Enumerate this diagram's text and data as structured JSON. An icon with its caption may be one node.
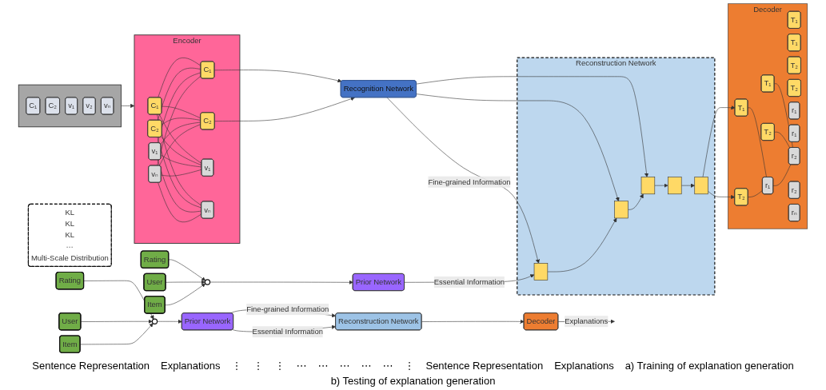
{
  "diagram": {
    "nodes": [
      {
        "text": [],
        "shape": "box"
      },
      {
        "text": [
          "C₁"
        ],
        "in": 0
      },
      {
        "text": [
          "C₂"
        ],
        "in": 0
      },
      {
        "text": [
          "v₁"
        ],
        "in": 0
      },
      {
        "text": [
          "v₂"
        ],
        "in": 0
      },
      {
        "text": [
          "vₙ"
        ],
        "in": 0
      },
      {
        "text": [
          "Encoder"
        ]
      },
      {
        "text": [
          "C₁"
        ],
        "in": 6
      },
      {
        "text": [
          "C₁"
        ],
        "in": 6
      },
      {
        "text": [
          "C₂"
        ],
        "in": 6
      },
      {
        "text": [
          "C₂"
        ],
        "in": 6
      },
      {
        "text": [
          "v₁"
        ],
        "in": 6
      },
      {
        "text": [
          "v₁"
        ],
        "in": 6
      },
      {
        "text": [
          "vₙ"
        ],
        "in": 6
      },
      {
        "text": [
          "vₙ"
        ],
        "in": 6
      },
      {
        "text": [
          "Recognition Network"
        ]
      },
      {
        "text": [
          "KL",
          "KL",
          "KL",
          "⋯",
          "Multi-Scale Distribution"
        ]
      },
      {
        "text": [
          "Rating"
        ]
      },
      {
        "text": [
          "User"
        ]
      },
      {
        "text": [
          "Item"
        ]
      },
      {
        "text": [],
        "shape": "circle"
      },
      {
        "text": [
          "Prior Network"
        ]
      },
      {
        "text": [
          "Reconstruction Network"
        ]
      },
      {
        "text": [],
        "shape": "bar",
        "in": 22
      },
      {
        "text": [],
        "shape": "bar",
        "in": 22
      },
      {
        "text": [],
        "shape": "bar",
        "in": 22
      },
      {
        "text": [],
        "shape": "bar",
        "in": 22
      },
      {
        "text": [],
        "shape": "bar",
        "in": 22
      },
      {
        "text": [
          "Decoder"
        ]
      },
      {
        "text": [
          "T₁"
        ],
        "in": 28
      },
      {
        "text": [
          "T₁"
        ],
        "in": 28
      },
      {
        "text": [
          "T₁"
        ],
        "in": 28
      },
      {
        "text": [
          "T₁"
        ],
        "in": 28
      },
      {
        "text": [
          "T₂"
        ],
        "in": 28
      },
      {
        "text": [
          "T₂"
        ],
        "in": 28
      },
      {
        "text": [
          "T₂"
        ],
        "in": 28
      },
      {
        "text": [
          "T₂"
        ],
        "in": 28
      },
      {
        "text": [
          "r₁"
        ],
        "in": 28
      },
      {
        "text": [
          "r₁"
        ],
        "in": 28
      },
      {
        "text": [
          "r₁"
        ],
        "in": 28
      },
      {
        "text": [
          "r₂"
        ],
        "in": 28
      },
      {
        "text": [
          "r₂"
        ],
        "in": 28
      },
      {
        "text": [
          "rₙ"
        ],
        "in": 28
      },
      {
        "text": [
          "Rating"
        ]
      },
      {
        "text": [
          "User"
        ]
      },
      {
        "text": [
          "Item"
        ]
      },
      {
        "text": [],
        "shape": "circle"
      },
      {
        "text": [
          "Prior Network"
        ]
      },
      {
        "text": [
          "Reconstruction Network"
        ]
      },
      {
        "text": [
          "Decoder"
        ]
      }
    ],
    "edges": [
      {
        "from": 0,
        "to": 6,
        "arrow": "to"
      },
      {
        "from": 7,
        "to": 8,
        "arrow": "none"
      },
      {
        "from": 7,
        "to": 10,
        "arrow": "none"
      },
      {
        "from": 7,
        "to": 12,
        "arrow": "none"
      },
      {
        "from": 7,
        "to": 14,
        "arrow": "none"
      },
      {
        "from": 9,
        "to": 8,
        "arrow": "none"
      },
      {
        "from": 9,
        "to": 10,
        "arrow": "none"
      },
      {
        "from": 9,
        "to": 12,
        "arrow": "none"
      },
      {
        "from": 9,
        "to": 14,
        "arrow": "none"
      },
      {
        "from": 11,
        "to": 8,
        "arrow": "none"
      },
      {
        "from": 11,
        "to": 10,
        "arrow": "none"
      },
      {
        "from": 11,
        "to": 12,
        "arrow": "none"
      },
      {
        "from": 11,
        "to": 14,
        "arrow": "none"
      },
      {
        "from": 13,
        "to": 8,
        "arrow": "none"
      },
      {
        "from": 13,
        "to": 10,
        "arrow": "none"
      },
      {
        "from": 13,
        "to": 12,
        "arrow": "none"
      },
      {
        "from": 13,
        "to": 14,
        "arrow": "none"
      },
      {
        "from": 8,
        "to": 15,
        "arrow": "to"
      },
      {
        "from": 10,
        "to": 15,
        "arrow": "to"
      },
      {
        "from": 15,
        "to": 23,
        "arrow": "to",
        "label": "Fine-grained Information"
      },
      {
        "from": 15,
        "to": 24,
        "arrow": "to"
      },
      {
        "from": 15,
        "to": 25,
        "arrow": "to"
      },
      {
        "from": 17,
        "to": 20,
        "arrow": "to"
      },
      {
        "from": 18,
        "to": 20,
        "arrow": "to"
      },
      {
        "from": 19,
        "to": 20,
        "arrow": "to"
      },
      {
        "from": 20,
        "to": 21,
        "arrow": "to"
      },
      {
        "from": 21,
        "to": 23,
        "arrow": "to",
        "label": "Essential Information"
      },
      {
        "from": 23,
        "to": 24,
        "arrow": "to"
      },
      {
        "from": 24,
        "to": 25,
        "arrow": "to"
      },
      {
        "from": 25,
        "to": 26,
        "arrow": "to"
      },
      {
        "from": 26,
        "to": 27,
        "arrow": "to"
      },
      {
        "from": 27,
        "to": 29,
        "arrow": "to"
      },
      {
        "from": 27,
        "to": 33,
        "arrow": "to"
      },
      {
        "from": 29,
        "to": 37,
        "arrow": "none"
      },
      {
        "from": 33,
        "to": 37,
        "arrow": "none"
      },
      {
        "from": 30,
        "to": 40,
        "arrow": "none"
      },
      {
        "from": 34,
        "to": 40,
        "arrow": "none"
      },
      {
        "from": 37,
        "to": 40,
        "arrow": "none"
      },
      {
        "from": 43,
        "to": 46,
        "arrow": "to"
      },
      {
        "from": 44,
        "to": 46,
        "arrow": "to"
      },
      {
        "from": 45,
        "to": 46,
        "arrow": "to"
      },
      {
        "from": 46,
        "to": 47,
        "arrow": "to"
      },
      {
        "from": 47,
        "to": 48,
        "arrow": "to",
        "label": "Fine-grained Information"
      },
      {
        "from": 47,
        "to": 48,
        "arrow": "to",
        "label": "Essential Information"
      },
      {
        "from": 48,
        "to": 49,
        "arrow": "to"
      },
      {
        "from": 49,
        "to": null,
        "arrow": "to",
        "label": "Explanations"
      }
    ],
    "labels": [
      "Sentence Representation",
      "Explanations",
      "⋮",
      "⋮",
      "⋮",
      "⋯",
      "⋯",
      "⋯",
      "⋯",
      "⋯",
      "⋮",
      "Sentence Representation",
      "Explanations",
      "a) Training of explanation generation",
      "b) Testing of explanation generation"
    ]
  }
}
